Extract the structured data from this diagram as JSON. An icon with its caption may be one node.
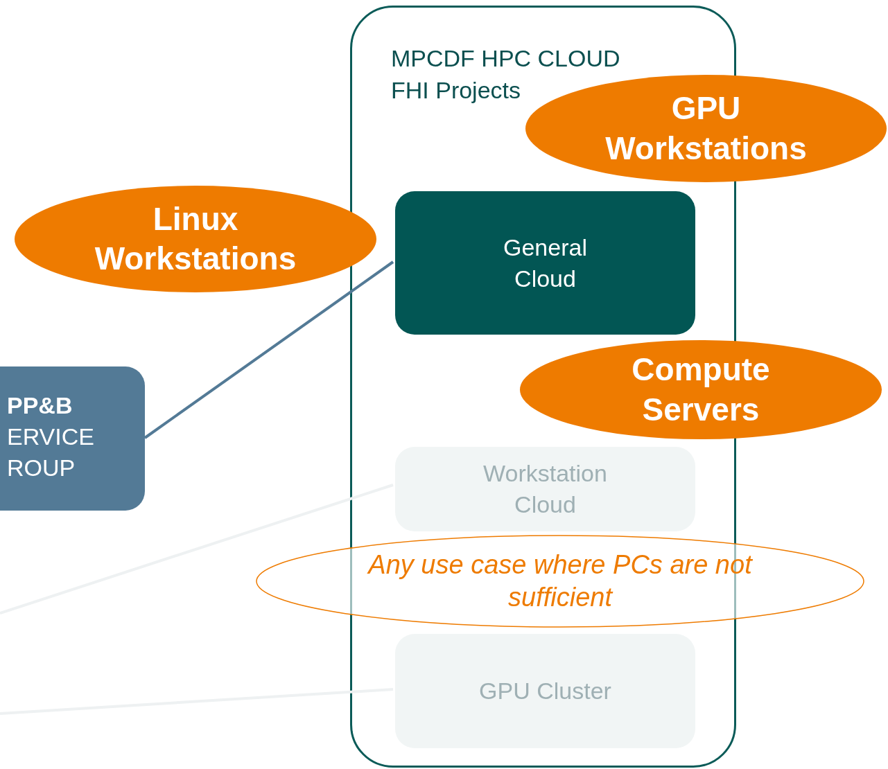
{
  "diagram": {
    "nodes": [
      {
        "text": [
          "MPCDF HPC CLOUD FHI Projects"
        ]
      },
      {
        "text": [
          "General Cloud"
        ],
        "in": 0
      },
      {
        "text": [
          "Workstation Cloud"
        ],
        "in": 0
      },
      {
        "text": [
          "GPU Cluster"
        ],
        "in": 0
      },
      {
        "text": [
          "PP&B",
          "ERVICE ROUP"
        ]
      },
      {
        "text": [
          "GPU Workstations"
        ]
      },
      {
        "text": [
          "Linux Workstations"
        ]
      },
      {
        "text": [
          "Compute Servers"
        ]
      },
      {
        "text": [
          "Any use case where PCs are not sufficient"
        ]
      }
    ],
    "edges": [
      {
        "from": 4,
        "to": 1,
        "arrow": "none",
        "color": "#537a96"
      },
      {
        "from": null,
        "to": 2,
        "arrow": "none",
        "color": "#eef1f2"
      },
      {
        "from": null,
        "to": 3,
        "arrow": "none",
        "color": "#eef1f2"
      }
    ]
  }
}
